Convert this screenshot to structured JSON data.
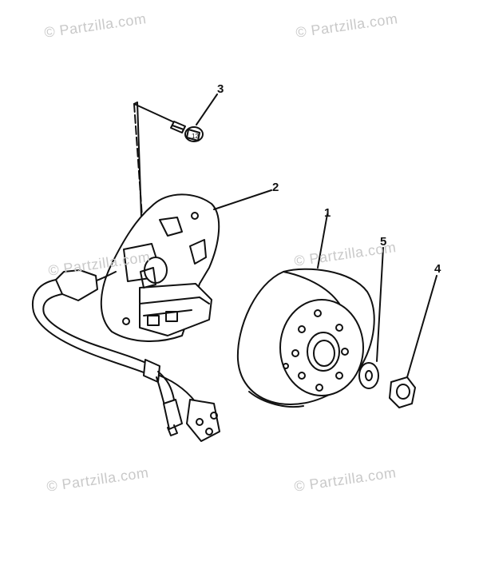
{
  "diagram": {
    "callouts": {
      "c1": "1",
      "c2": "2",
      "c3": "3",
      "c4": "4",
      "c5": "5"
    },
    "watermark": "© Partzilla.com"
  }
}
